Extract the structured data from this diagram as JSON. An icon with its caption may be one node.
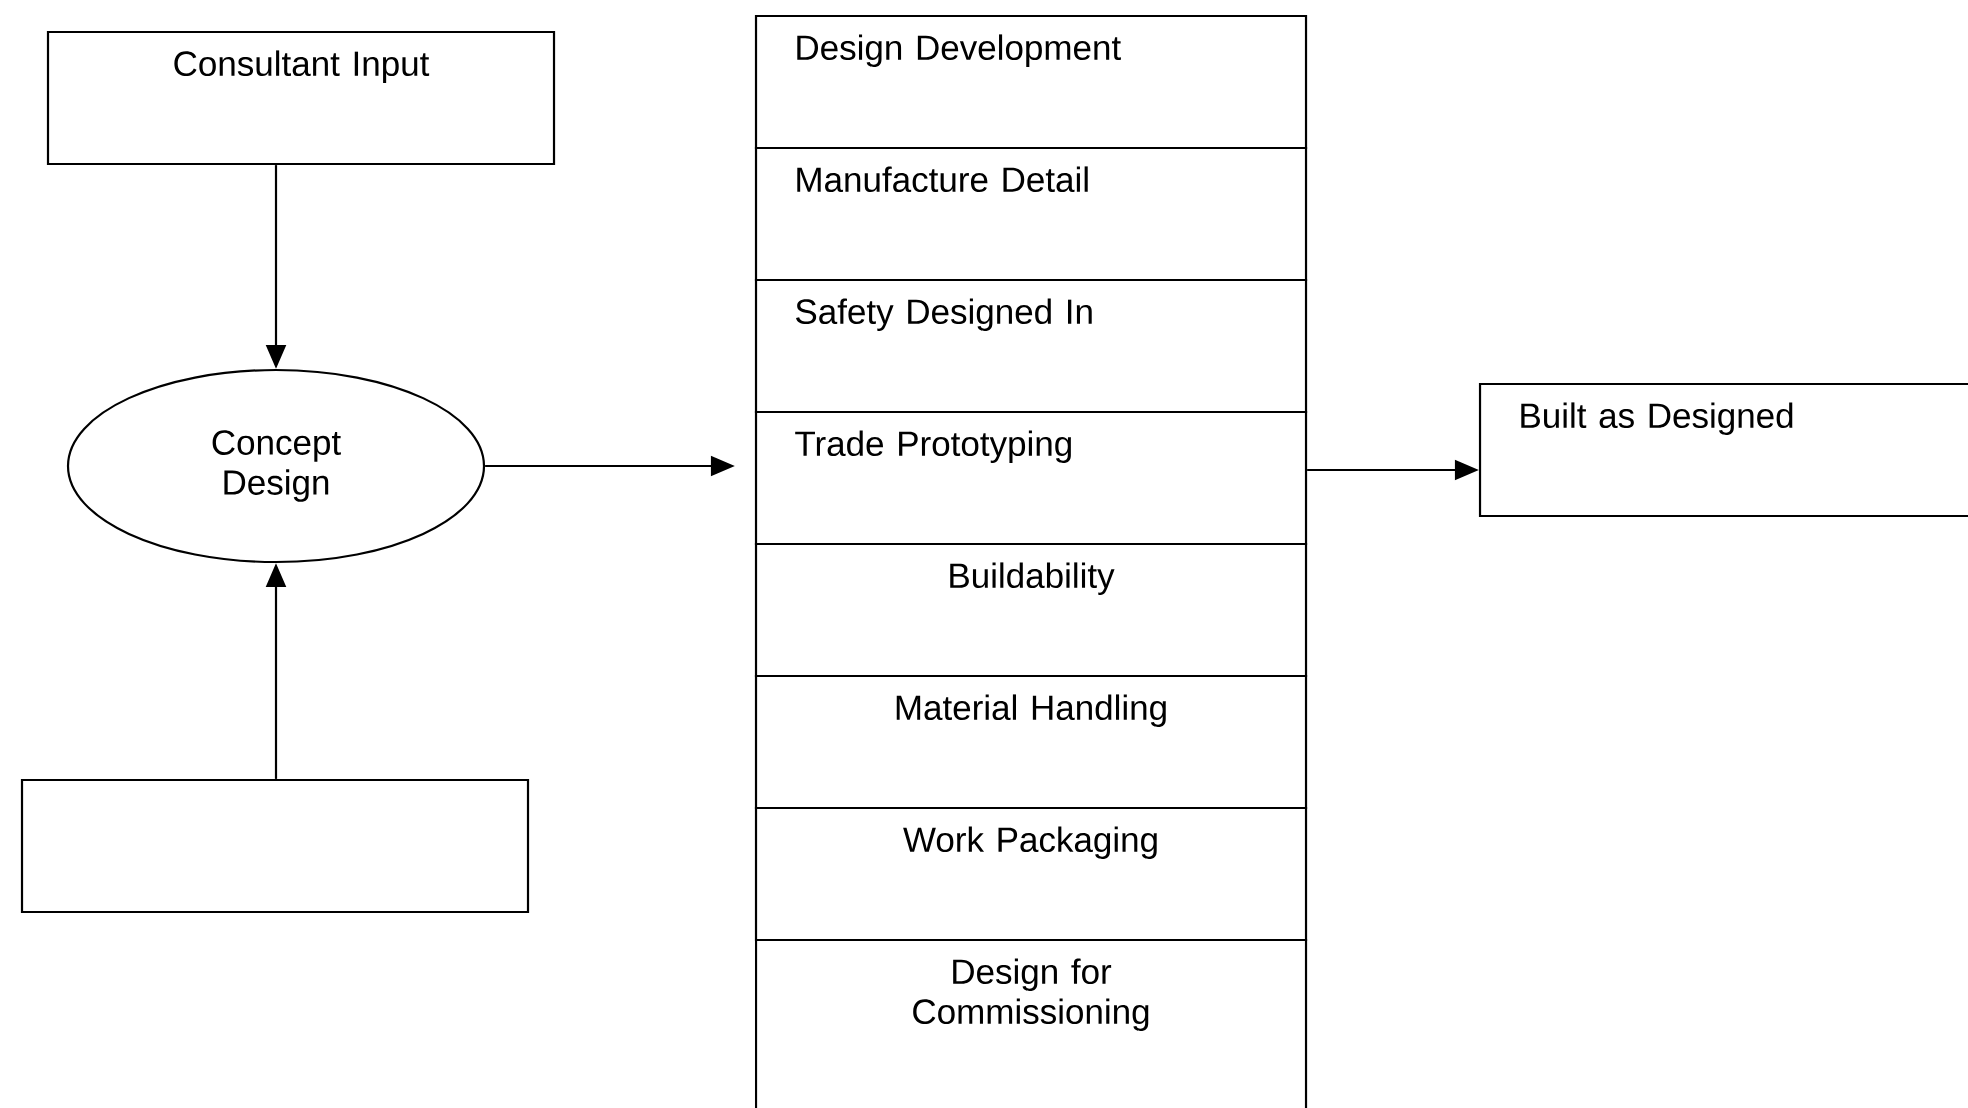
{
  "diagram": {
    "nodes": [
      {
        "text": [
          "Consultant Input"
        ]
      },
      {
        "text": [
          "Concept Design"
        ]
      },
      {
        "text": [],
        "shape": "box"
      },
      {
        "text": [
          "Design Development"
        ]
      },
      {
        "text": [
          "Manufacture Detail"
        ]
      },
      {
        "text": [
          "Safety Designed In"
        ]
      },
      {
        "text": [
          "Trade Prototyping"
        ]
      },
      {
        "text": [
          "Buildability"
        ]
      },
      {
        "text": [
          "Material Handling"
        ]
      },
      {
        "text": [
          "Work Packaging"
        ]
      },
      {
        "text": [
          "Design for Commissioning"
        ]
      },
      {
        "text": [
          "Built as Designed"
        ]
      }
    ],
    "edges": [
      {
        "from": 0,
        "to": 1,
        "arrow": "to"
      },
      {
        "from": 2,
        "to": 1,
        "arrow": "to"
      },
      {
        "from": 1,
        "to": 6,
        "arrow": "to"
      },
      {
        "from": 6,
        "to": 11,
        "arrow": "to"
      }
    ]
  }
}
